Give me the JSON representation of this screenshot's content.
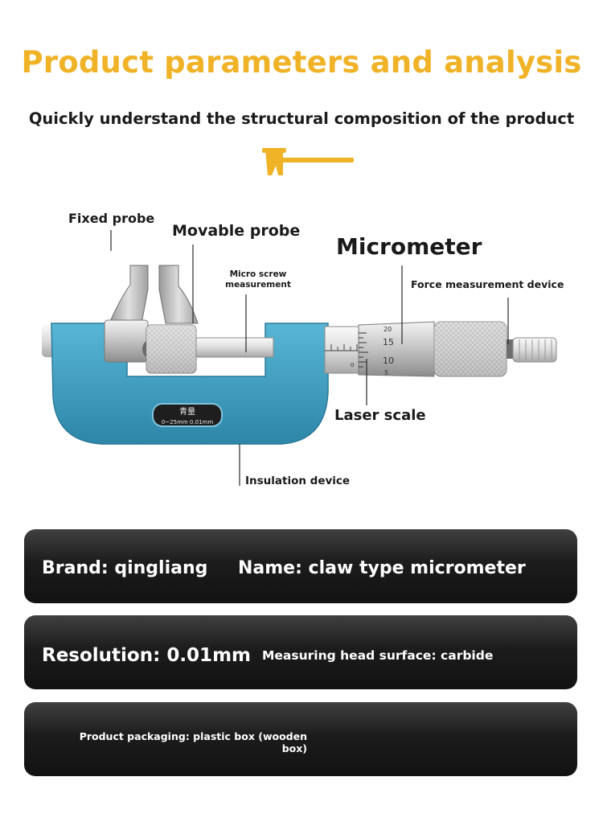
{
  "header": {
    "title": "Product parameters and analysis",
    "subtitle": "Quickly understand the structural composition of the product"
  },
  "labels": {
    "fixed_probe": "Fixed probe",
    "movable_probe": "Movable probe",
    "micrometer": "Micrometer",
    "micro_screw": "Micro screw measurement",
    "force_device": "Force measurement device",
    "laser_scale": "Laser scale",
    "insulation": "Insulation device"
  },
  "product_marking": {
    "logo": "青量",
    "range": "0~25mm 0.01mm"
  },
  "scale_numbers": [
    "20",
    "15",
    "10",
    "5",
    "0"
  ],
  "specs": {
    "brand": "Brand: qingliang",
    "name": "Name: claw type micrometer",
    "resolution": "Resolution: 0.01mm",
    "surface": "Measuring head surface: carbide",
    "packaging": "Product packaging: plastic box (wooden box)"
  },
  "colors": {
    "accent": "#f0b226",
    "frame_blue": "#3d9fc2",
    "panel_dark": "#1c1c1c",
    "text_dark": "#1a1a1a"
  },
  "icons": {
    "divider": "caliper-icon"
  }
}
